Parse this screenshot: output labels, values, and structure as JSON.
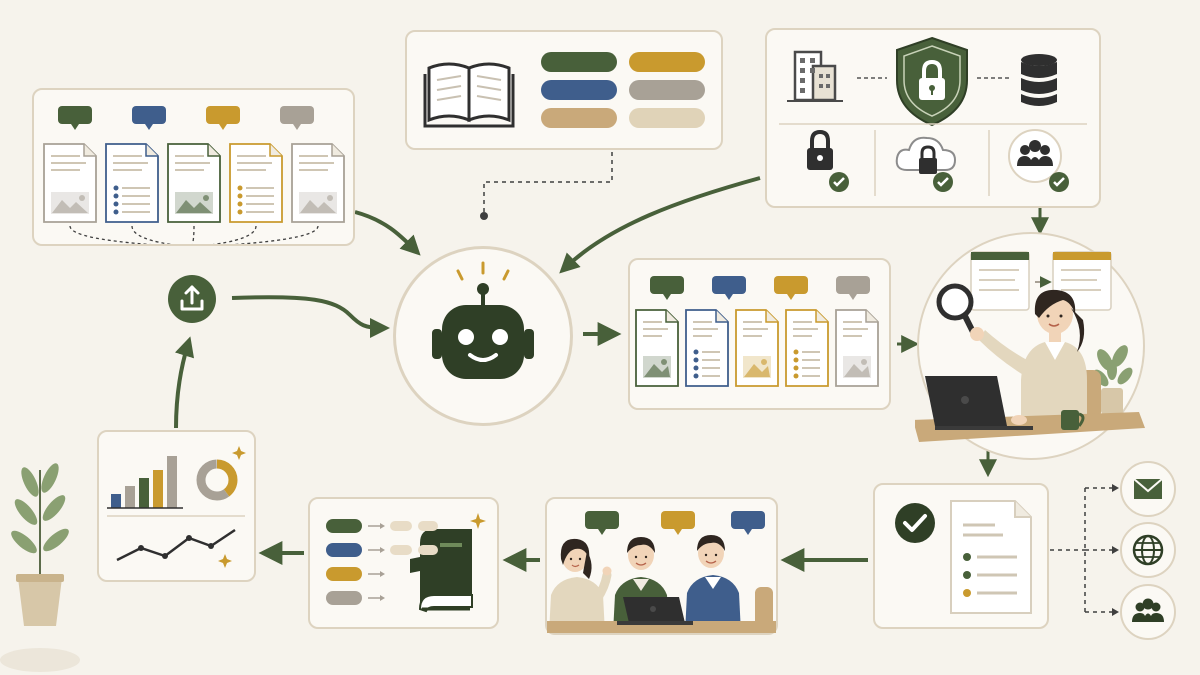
{
  "colors": {
    "background": "#f6f3ec",
    "card_border": "#ddd3c0",
    "green": "#48603a",
    "blue": "#3f5e8c",
    "gold": "#c99a2e",
    "gray": "#a8a196",
    "sand": "#dbcdb2",
    "sage": "#a2b48d"
  },
  "icons": {
    "upload": "upload-icon",
    "robot": "robot-icon",
    "knowledge": "open-book-icon",
    "security": "shield-lock-icon",
    "review": "magnifier-icon",
    "approved": "check-circle-icon",
    "email": "mail-icon",
    "web": "globe-icon",
    "team": "people-icon",
    "analytics": "bar-chart-icon",
    "glossary": "book-icon"
  },
  "source_documents": {
    "tag_colors": [
      "#48603a",
      "#3f5e8c",
      "#c99a2e",
      "#a8a196"
    ],
    "documents": [
      {
        "accent": "#a8a196",
        "kind": "image"
      },
      {
        "accent": "#3f5e8c",
        "kind": "list"
      },
      {
        "accent": "#48603a",
        "kind": "image"
      },
      {
        "accent": "#c99a2e",
        "kind": "list"
      },
      {
        "accent": "#a8a196",
        "kind": "image"
      }
    ]
  },
  "knowledge_base": {
    "pill_colors": [
      "#48603a",
      "#c99a2e",
      "#3f5e8c",
      "#a8a196",
      "#c9a97a",
      "#e0d3b8"
    ]
  },
  "security": {
    "nodes": [
      "building-icon",
      "shield-lock-icon",
      "database-icon"
    ],
    "checks": [
      "lock-icon",
      "cloud-lock-icon",
      "people-icon"
    ]
  },
  "output_documents": {
    "tag_colors": [
      "#48603a",
      "#3f5e8c",
      "#c99a2e",
      "#a8a196"
    ],
    "documents": [
      {
        "accent": "#48603a",
        "kind": "image"
      },
      {
        "accent": "#3f5e8c",
        "kind": "list"
      },
      {
        "accent": "#c99a2e",
        "kind": "image"
      },
      {
        "accent": "#c99a2e",
        "kind": "list"
      },
      {
        "accent": "#a8a196",
        "kind": "image"
      }
    ]
  },
  "review_meeting": {
    "bubble_colors": [
      "#48603a",
      "#c99a2e",
      "#3f5e8c"
    ]
  },
  "glossary": {
    "term_colors": [
      "#48603a",
      "#3f5e8c",
      "#c99a2e",
      "#a8a196"
    ]
  },
  "distribution": {
    "channels": [
      "mail-icon",
      "globe-icon",
      "people-icon"
    ]
  },
  "analytics": {
    "bar_colors": [
      "#3f5e8c",
      "#a8a196",
      "#48603a",
      "#c99a2e",
      "#a8a196"
    ]
  }
}
